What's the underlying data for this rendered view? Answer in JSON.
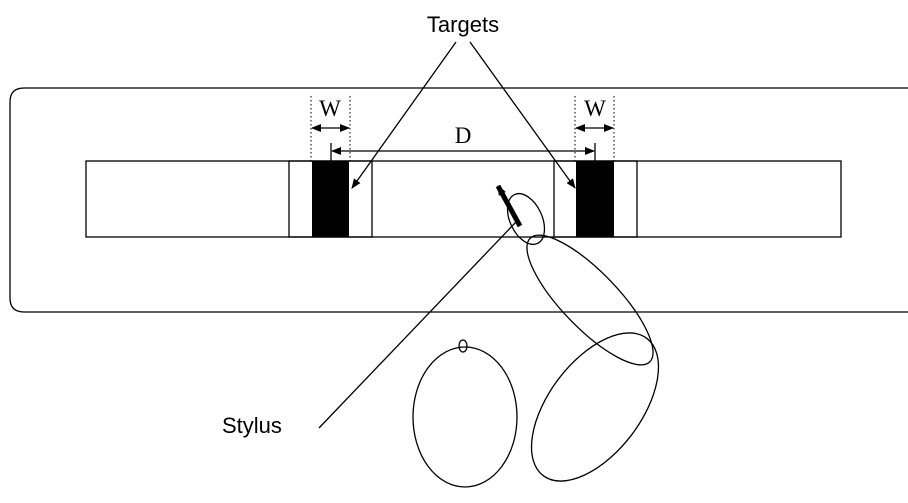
{
  "labels": {
    "targets": "Targets",
    "stylus": "Stylus",
    "width_left": "W",
    "width_right": "W",
    "distance": "D"
  },
  "colors": {
    "line": "#000000",
    "target_fill": "#000000",
    "background": "#ffffff"
  }
}
